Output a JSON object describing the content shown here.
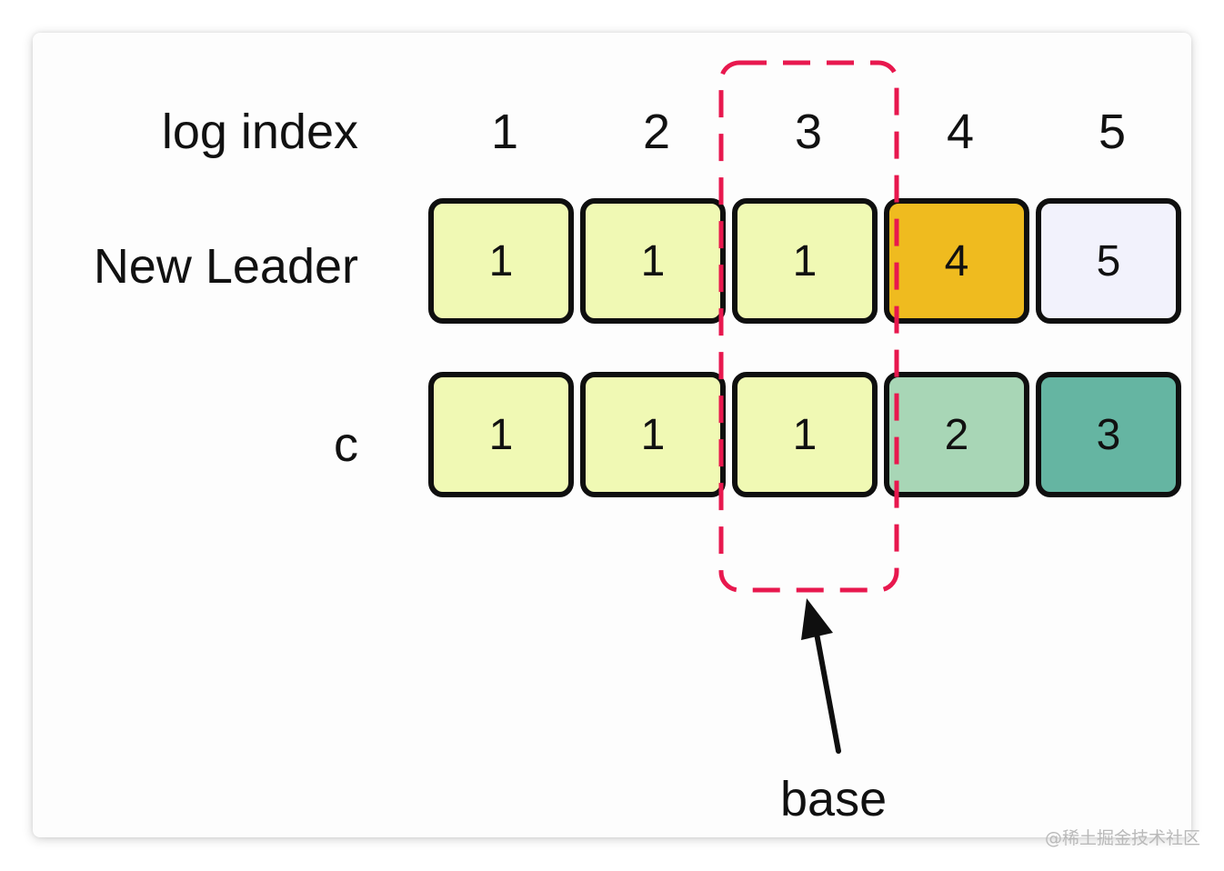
{
  "labels": {
    "log_index": "log index",
    "new_leader": "New Leader",
    "c": "c",
    "base": "base"
  },
  "indices": [
    "1",
    "2",
    "3",
    "4",
    "5"
  ],
  "rows": [
    {
      "name": "new_leader",
      "cells": [
        {
          "value": "1",
          "color": "#f0f9b4"
        },
        {
          "value": "1",
          "color": "#f0f9b4"
        },
        {
          "value": "1",
          "color": "#f0f9b4"
        },
        {
          "value": "4",
          "color": "#efbb1f"
        },
        {
          "value": "5",
          "color": "#f2f2fc"
        }
      ]
    },
    {
      "name": "c",
      "cells": [
        {
          "value": "1",
          "color": "#f0f9b4"
        },
        {
          "value": "1",
          "color": "#f0f9b4"
        },
        {
          "value": "1",
          "color": "#f0f9b4"
        },
        {
          "value": "2",
          "color": "#a8d6b6"
        },
        {
          "value": "3",
          "color": "#65b5a2"
        }
      ]
    }
  ],
  "highlight_color": "#e8184e",
  "watermark": "@稀土掘金技术社区"
}
